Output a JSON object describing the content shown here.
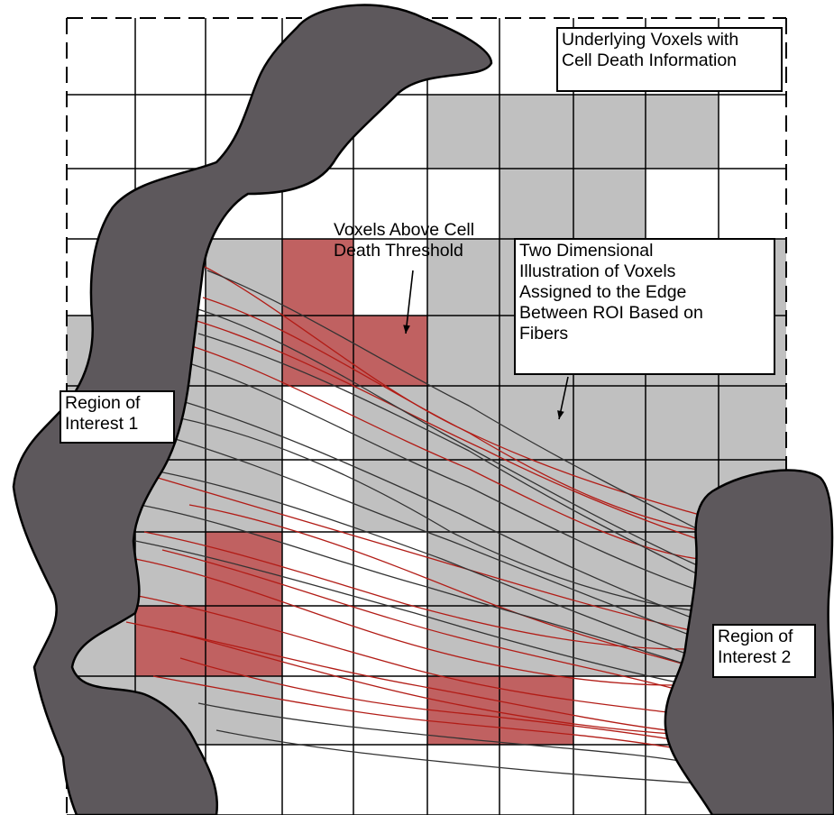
{
  "labels": {
    "voxels_info": "Underlying Voxels with\nCell Death Information",
    "above_threshold": "Voxels Above Cell\nDeath Threshold",
    "two_dim": "Two Dimensional\nIllustration of Voxels\nAssigned to the Edge\nBetween ROI Based on\nFibers",
    "roi1": "Region of\nInterest 1",
    "roi2": "Region of\nInterest 2"
  },
  "colors": {
    "roi": "#5d585c",
    "dead_voxel": "#c06161",
    "edge_voxel": "#c0c0c0",
    "fiber_red": "#b21c16",
    "fiber_black": "#333333",
    "grid": "#000000"
  }
}
